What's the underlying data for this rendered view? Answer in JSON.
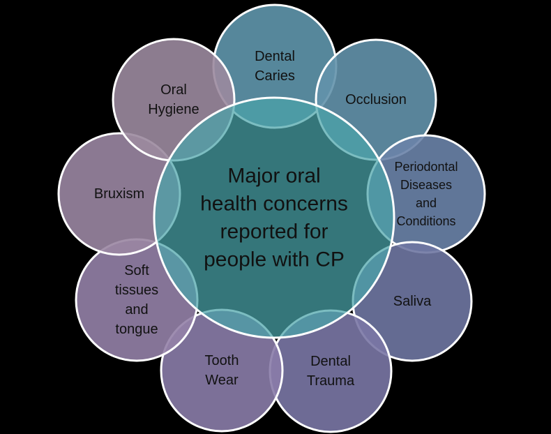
{
  "center": {
    "lines": [
      "Major oral",
      "health concerns",
      "reported for",
      "people with CP"
    ],
    "color": "#4aa3a9"
  },
  "concerns": [
    {
      "id": "dental-caries",
      "lines": [
        "Dental",
        "Caries"
      ],
      "color": "#5f96ac"
    },
    {
      "id": "occlusion",
      "lines": [
        "Occlusion"
      ],
      "color": "#6392ab"
    },
    {
      "id": "periodontal",
      "lines": [
        "Periodontal",
        "Diseases",
        "and",
        "Conditions"
      ],
      "color": "#6a83a8"
    },
    {
      "id": "saliva",
      "lines": [
        "Saliva"
      ],
      "color": "#6f77a2"
    },
    {
      "id": "dental-trauma",
      "lines": [
        "Dental",
        "Trauma"
      ],
      "color": "#7a77a5"
    },
    {
      "id": "tooth-wear",
      "lines": [
        "Tooth",
        "Wear"
      ],
      "color": "#8a7ca8"
    },
    {
      "id": "soft-tissues",
      "lines": [
        "Soft",
        "tissues",
        "and",
        "tongue"
      ],
      "color": "#9481a7"
    },
    {
      "id": "bruxism",
      "lines": [
        "Bruxism"
      ],
      "color": "#9a86a2"
    },
    {
      "id": "oral-hygiene",
      "lines": [
        "Oral",
        "Hygiene"
      ],
      "color": "#9b899e"
    }
  ]
}
